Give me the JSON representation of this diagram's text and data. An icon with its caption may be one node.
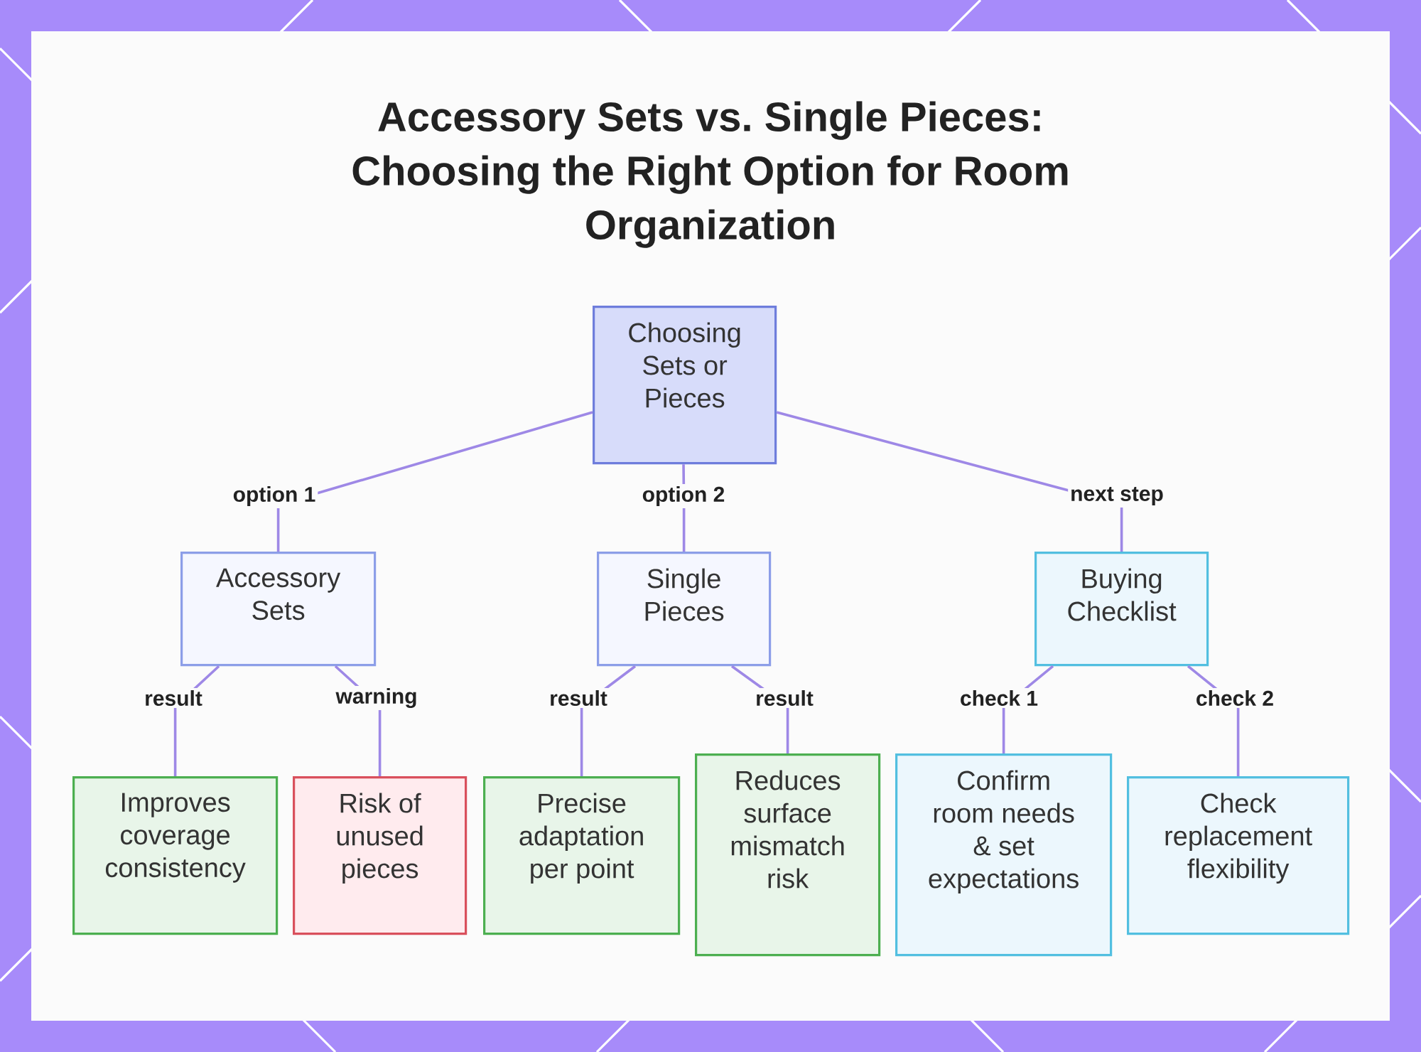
{
  "diagram": {
    "title": "Accessory Sets vs. Single Pieces: Choosing the Right Option for Room Organization",
    "nodes": [
      {
        "text": [
          "Choosing Sets or Pieces"
        ]
      },
      {
        "text": [
          "Accessory Sets"
        ]
      },
      {
        "text": [
          "Single Pieces"
        ]
      },
      {
        "text": [
          "Buying Checklist"
        ]
      },
      {
        "text": [
          "Improves coverage consistency"
        ]
      },
      {
        "text": [
          "Risk of unused pieces"
        ]
      },
      {
        "text": [
          "Precise adaptation per point"
        ]
      },
      {
        "text": [
          "Reduces surface mismatch risk"
        ]
      },
      {
        "text": [
          "Confirm room needs & set expectations"
        ]
      },
      {
        "text": [
          "Check replacement flexibility"
        ]
      }
    ],
    "edges": [
      {
        "from": 0,
        "to": 1,
        "arrow": "none",
        "label": "option 1"
      },
      {
        "from": 0,
        "to": 2,
        "arrow": "none",
        "label": "option 2"
      },
      {
        "from": 0,
        "to": 3,
        "arrow": "none",
        "label": "next step"
      },
      {
        "from": 1,
        "to": 4,
        "arrow": "none",
        "label": "result"
      },
      {
        "from": 1,
        "to": 5,
        "arrow": "none",
        "label": "warning"
      },
      {
        "from": 2,
        "to": 6,
        "arrow": "none",
        "label": "result"
      },
      {
        "from": 2,
        "to": 7,
        "arrow": "none",
        "label": "result"
      },
      {
        "from": 3,
        "to": 8,
        "arrow": "none",
        "label": "check 1"
      },
      {
        "from": 3,
        "to": 9,
        "arrow": "none",
        "label": "check 2"
      }
    ]
  }
}
